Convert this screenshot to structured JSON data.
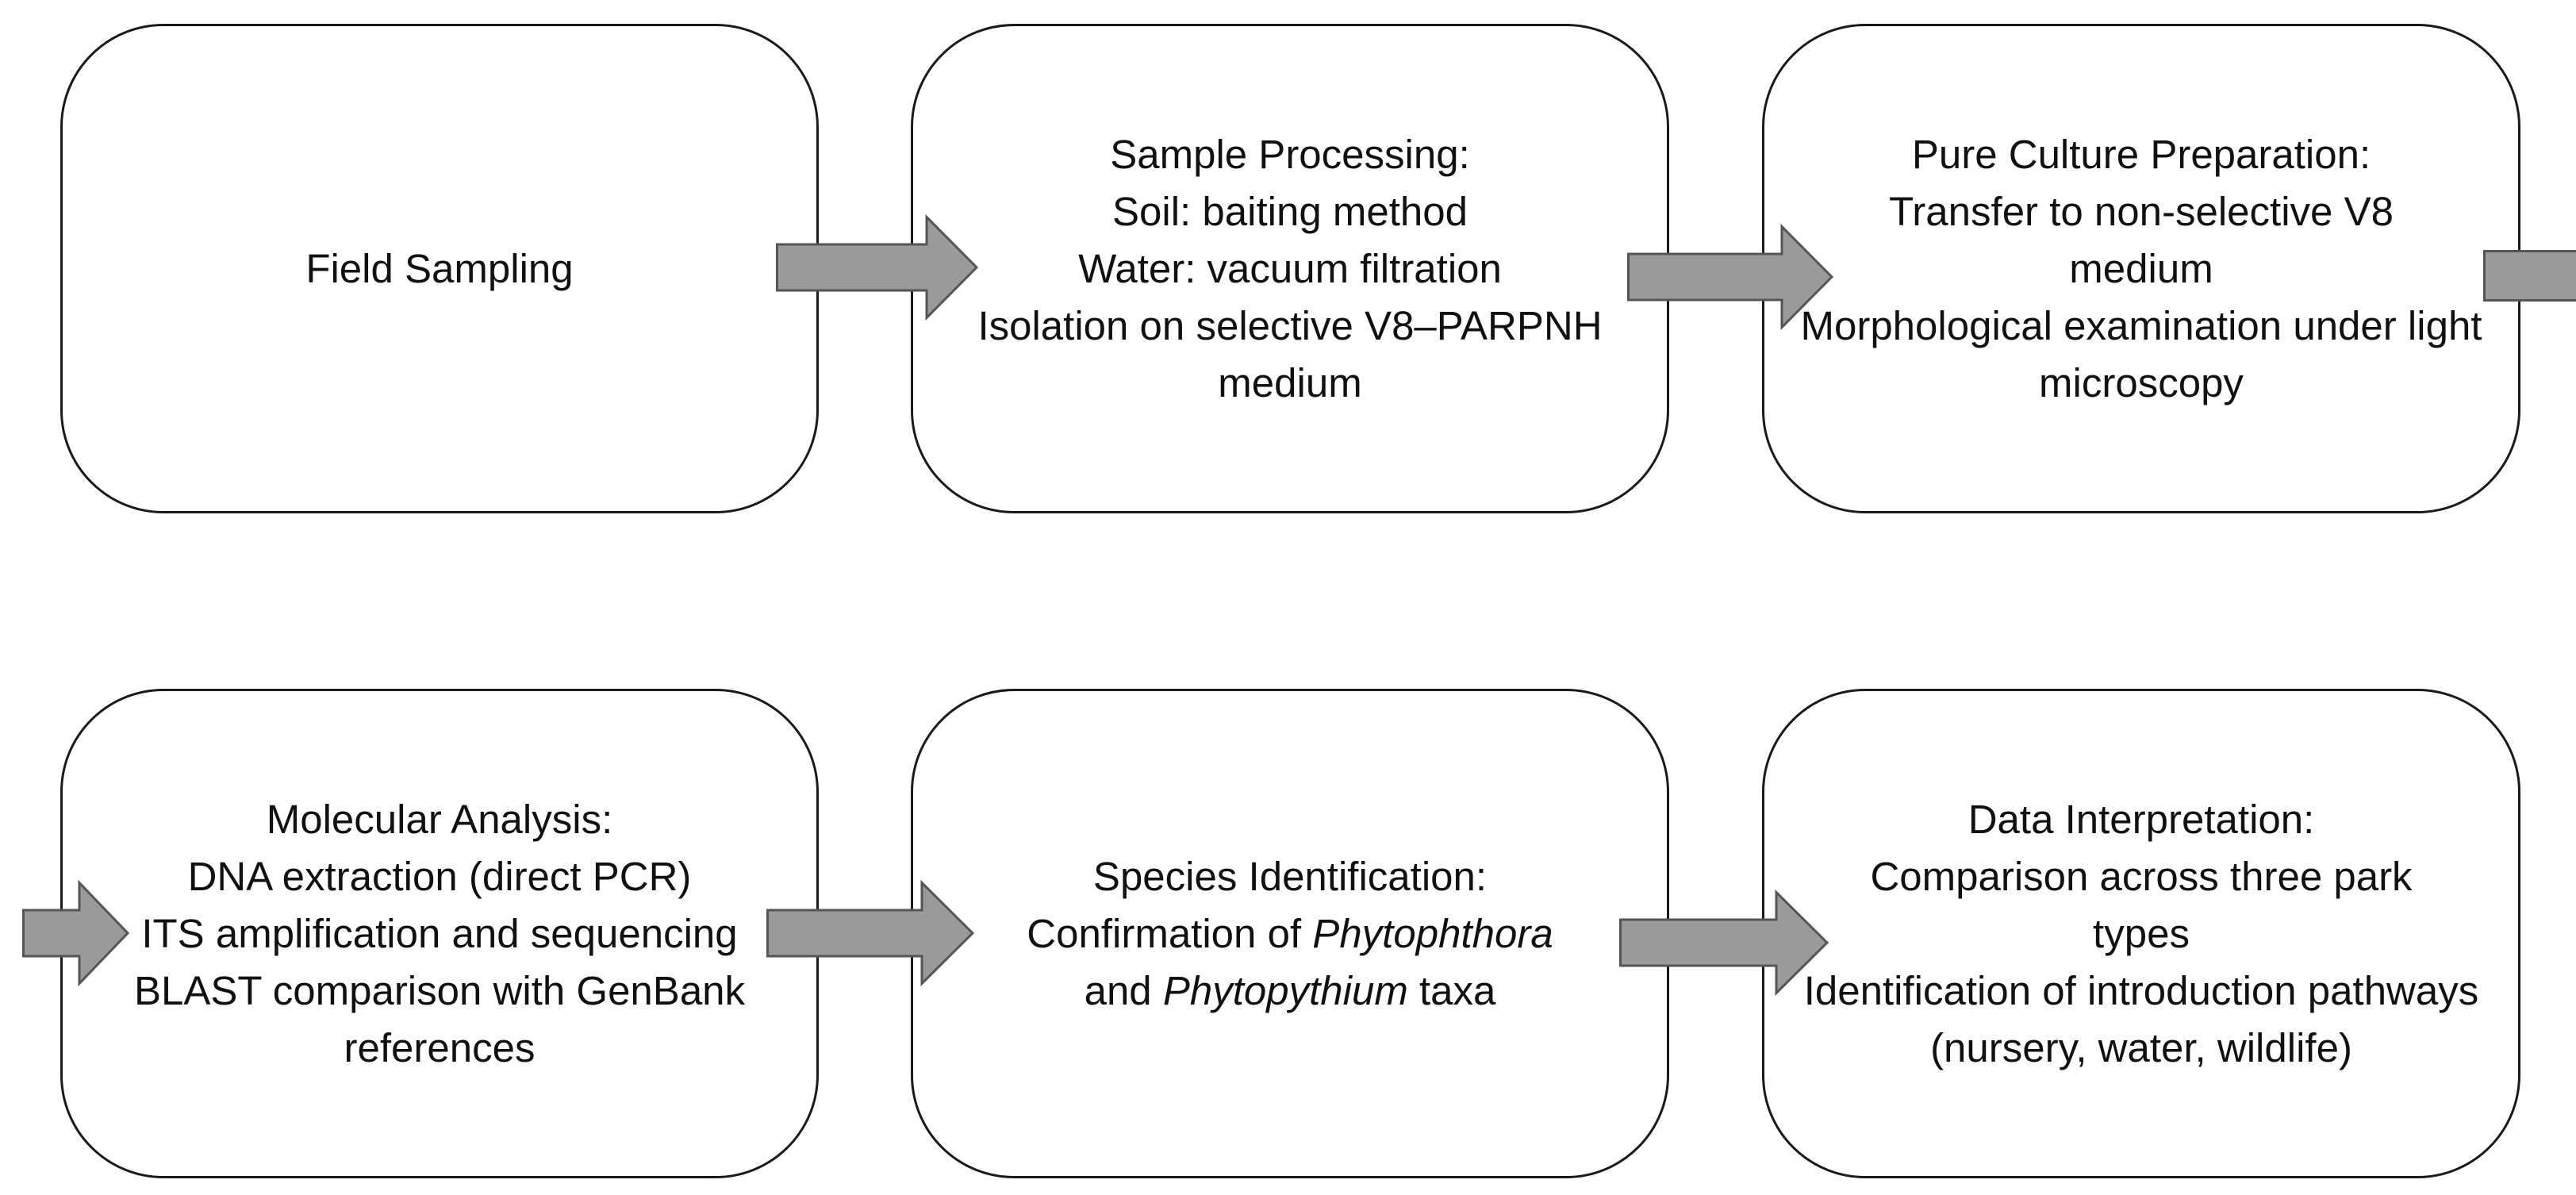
{
  "boxes": {
    "field_sampling": {
      "title": "Field Sampling",
      "lines": []
    },
    "sample_processing": {
      "title": "Sample Processing:",
      "lines": [
        "Soil: baiting method",
        "Water: vacuum filtration",
        "Isolation on selective V8–PARPNH medium"
      ]
    },
    "pure_culture": {
      "title": "Pure Culture Preparation:",
      "lines": [
        "Transfer to non-selective V8 medium",
        "Morphological examination under light microscopy"
      ]
    },
    "molecular_analysis": {
      "title": "Molecular Analysis:",
      "lines": [
        "DNA extraction (direct PCR)",
        "ITS amplification and sequencing",
        "BLAST comparison with GenBank references"
      ]
    },
    "species_identification": {
      "title": "Species Identification:",
      "confirmation_prefix": "Confirmation of ",
      "genus_1": "Phytophthora",
      "connector": "and ",
      "genus_2": "Phytopythium",
      "suffix": " taxa"
    },
    "data_interpretation": {
      "title": "Data Interpretation:",
      "lines": [
        "Comparison across three park types",
        "Identification of introduction pathways (nursery, water, wildlife)"
      ]
    }
  },
  "colors": {
    "arrow_fill": "#9a9a9a",
    "arrow_stroke": "#555555",
    "box_border": "#1a1a1a"
  }
}
